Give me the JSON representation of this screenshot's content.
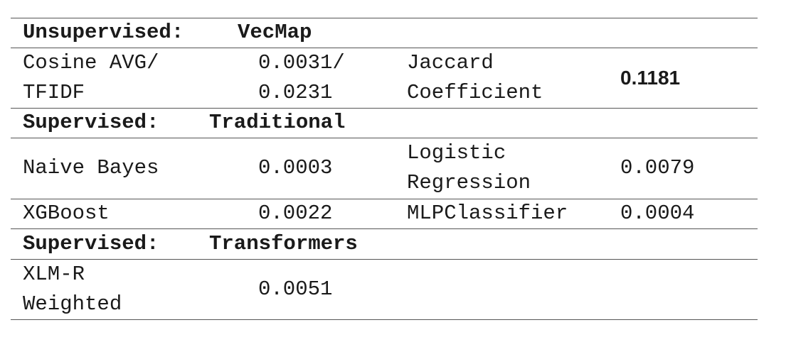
{
  "sections": [
    {
      "label": "Unsupervised:",
      "name": "VecMap",
      "rows": [
        {
          "c1": "Cosine AVG/\nTFIDF",
          "c2": "0.0031/\n0.0231",
          "c3": "Jaccard\nCoefficient",
          "c4": "0.1181"
        }
      ]
    },
    {
      "label": "Supervised:",
      "name": "Traditional",
      "rows": [
        {
          "c1": "Naive Bayes",
          "c2": "0.0003",
          "c3": "Logistic\nRegression",
          "c4": "0.0079"
        },
        {
          "c1": "XGBoost",
          "c2": "0.0022",
          "c3": "MLPClassifier",
          "c4": "0.0004"
        }
      ]
    },
    {
      "label": "Supervised:",
      "name": "Transformers",
      "rows": [
        {
          "c1": "XLM-R\nWeighted",
          "c2": "0.0051",
          "c3": "",
          "c4": ""
        }
      ]
    }
  ]
}
